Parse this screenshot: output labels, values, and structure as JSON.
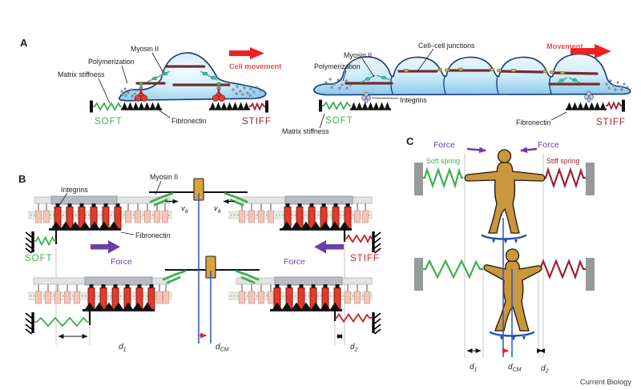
{
  "colors": {
    "soft_green": "#3fae4d",
    "stiff_red": "#9c2133",
    "spring_red": "#c5232b",
    "movement_red": "#ed2024",
    "movement_text": "#ef4d4d",
    "force_purple": "#6b3fa5",
    "cell_stroke": "#173a78",
    "actin": "#6e2e2e",
    "myosin_teal": "#4ab8a2",
    "junction_yellow": "#c4b44c",
    "motor_orange": "#dba13f",
    "integrin_red": "#e23b28",
    "integrin_pink": "#f6c4b8",
    "figure_tan": "#c9973d",
    "board_blue": "#1d4fae",
    "wall_gray": "#949b99",
    "guide_blue": "#2b55c4",
    "ref_gray": "#c9c9c9"
  },
  "panel_a": {
    "label": "A",
    "single_cell": {
      "myosin": "Myosin II",
      "polymerization": "Polymerization",
      "matrix_stiffness": "Matrix stiffness",
      "movement": "Cell movement",
      "soft": "SOFT",
      "fibronectin": "Fibronectin",
      "stiff": "STIFF"
    },
    "collective": {
      "junctions": "Cell–cell junctions",
      "myosin": "Myosin II",
      "polymerization": "Polymerization",
      "movement": "Movement",
      "integrins": "Integrins",
      "soft": "SOFT",
      "matrix_stiffness": "Matrix stiffness",
      "fibronectin": "Fibronectin",
      "stiff": "STIFF"
    }
  },
  "panel_b": {
    "label": "B",
    "integrins": "Integrins",
    "myosin": "Myosin II",
    "fibronectin": "Fibronectin",
    "soft": "SOFT",
    "stiff": "STIFF",
    "force": "Force",
    "va": {
      "base": "v",
      "sub": "a"
    },
    "d1": {
      "base": "d",
      "sub": "1"
    },
    "dcm": {
      "base": "d",
      "sub": "CM"
    },
    "d2": {
      "base": "d",
      "sub": "2"
    }
  },
  "panel_c": {
    "label": "C",
    "force": "Force",
    "soft_spring": "Soft spring",
    "stiff_spring": "Stiff spring",
    "d1": {
      "base": "d",
      "sub": "1"
    },
    "dcm": {
      "base": "d",
      "sub": "CM"
    },
    "d2": {
      "base": "d",
      "sub": "2"
    }
  },
  "footer": {
    "journal": "Current Biology"
  }
}
